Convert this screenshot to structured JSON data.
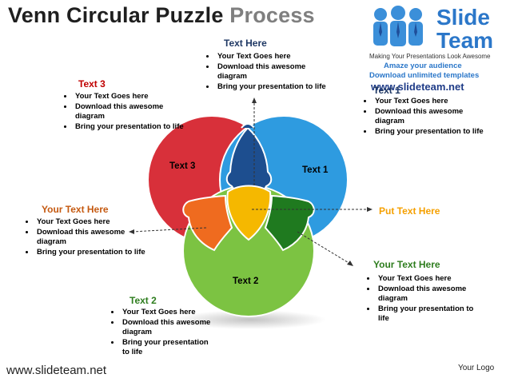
{
  "title": {
    "main": "Venn Circular Puzzle",
    "sub": "Process"
  },
  "logo": {
    "word1": "Slide",
    "word2": "Team",
    "tagline": "Making Your Presentations Look Awesome",
    "amaze": "Amaze your audience",
    "download": "Download unlimited templates",
    "site": "www.slideteam.net"
  },
  "top_block": {
    "heading": "Text Here",
    "bullets": [
      "Your Text Goes here",
      "Download this awesome diagram",
      "Bring your presentation to life"
    ]
  },
  "text3_block": {
    "heading": "Text 3",
    "bullets": [
      "Your Text Goes here",
      "Download this awesome diagram",
      "Bring your presentation to life"
    ]
  },
  "text1_block": {
    "heading": "Text 1",
    "bullets": [
      "Your Text Goes here",
      "Download this awesome diagram",
      "Bring your presentation to life"
    ]
  },
  "left_block": {
    "heading": "Your Text Here",
    "bullets": [
      "Your Text Goes here",
      "Download this awesome diagram",
      "Bring your presentation to life"
    ]
  },
  "put_text": {
    "heading": "Put Text Here"
  },
  "right_block": {
    "heading": "Your Text Here",
    "bullets": [
      "Your Text Goes here",
      "Download this awesome diagram",
      "Bring your presentation to life"
    ]
  },
  "text2_block": {
    "heading": "Text 2",
    "bullets": [
      "Your Text Goes here",
      "Download this awesome diagram",
      "Bring your presentation to life"
    ]
  },
  "circles": {
    "left": "Text 3",
    "right": "Text 1",
    "bottom": "Text 2"
  },
  "colors": {
    "red": "#d8303a",
    "blue": "#2e9be0",
    "green": "#7cc342",
    "darkblue": "#1d4e8f",
    "orange": "#ef6b1f",
    "darkgreen": "#1f7a1f",
    "yellow": "#f5b800"
  },
  "footer": {
    "url": "www.slideteam.net",
    "logo_placeholder": "Your Logo"
  }
}
